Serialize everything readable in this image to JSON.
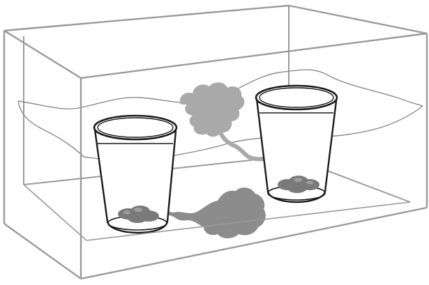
{
  "colors": {
    "background": "#ffffff",
    "tank_edge": "#9a9a9a",
    "water_line": "#8a8a8a",
    "cup_outline": "#1a1a1a",
    "cup_fill": "#ffffff",
    "cloud_light": "#a9a9a9",
    "cloud_dark": "#8c8c8c",
    "stones": "#7a7a7a",
    "stone_highlight": "#9e9e9e"
  },
  "diagram": {
    "objects": [
      "aquarium-tank",
      "water-surface",
      "left-cup",
      "right-cup",
      "left-stones",
      "right-stones",
      "left-smoke-plume",
      "right-smoke-plume"
    ]
  }
}
